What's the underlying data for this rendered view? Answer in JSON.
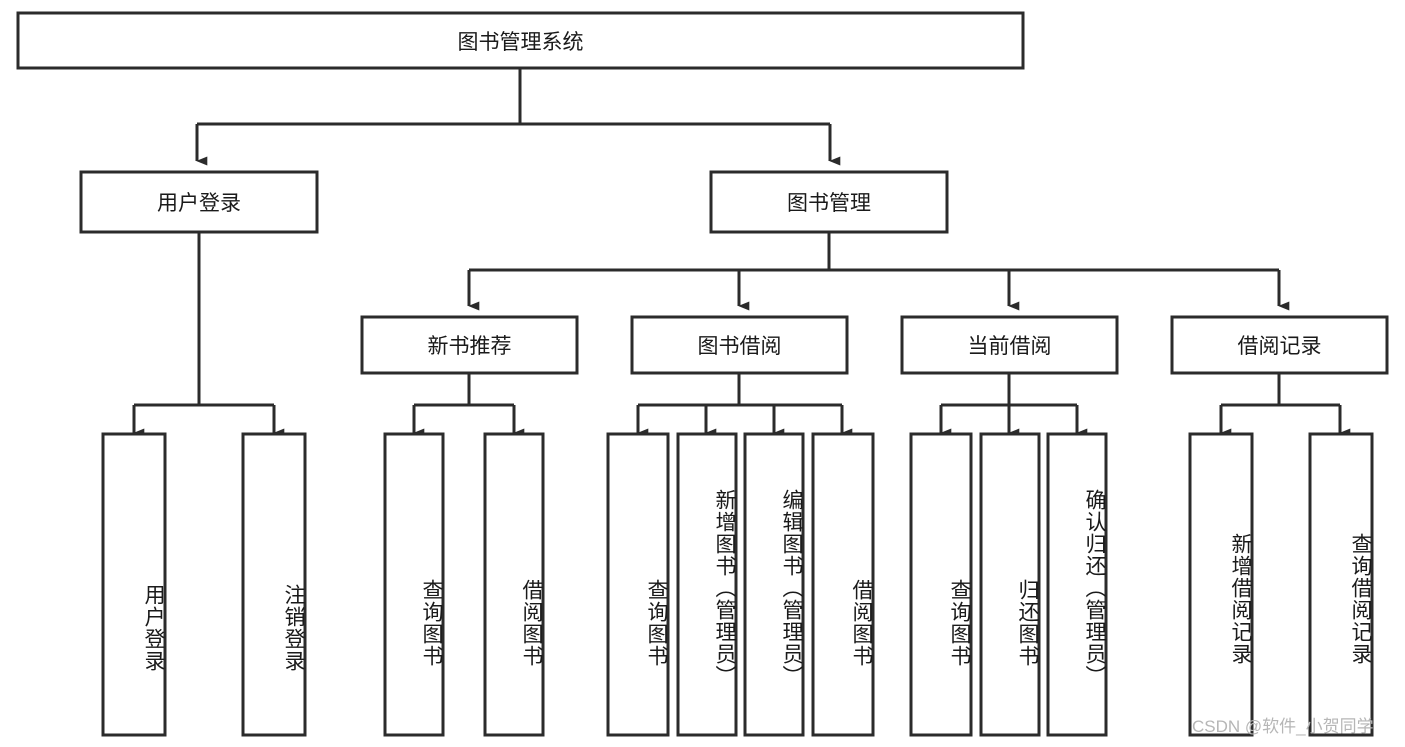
{
  "diagram": {
    "type": "tree-hierarchy",
    "title": "图书管理系统",
    "watermark": "CSDN @软件_小贺同学",
    "colors": {
      "background": "#ffffff",
      "stroke": "#2b2b2b",
      "box_fill": "#ffffff",
      "text": "#1a1a1a",
      "watermark": "#b6b6b6"
    },
    "root": {
      "label": "图书管理系统"
    },
    "level2": [
      {
        "label": "用户登录"
      },
      {
        "label": "图书管理"
      }
    ],
    "level3": [
      {
        "label": "新书推荐"
      },
      {
        "label": "图书借阅"
      },
      {
        "label": "当前借阅"
      },
      {
        "label": "借阅记录"
      }
    ],
    "leaves": {
      "user_login": [
        {
          "label": "用户登录"
        },
        {
          "label": "注销登录"
        }
      ],
      "new_book_recommend": [
        {
          "label": "查询图书"
        },
        {
          "label": "借阅图书"
        }
      ],
      "book_borrow": [
        {
          "label": "查询图书"
        },
        {
          "label": "新增图书（管理员）"
        },
        {
          "label": "编辑图书（管理员）"
        },
        {
          "label": "借阅图书"
        }
      ],
      "current_borrow": [
        {
          "label": "查询图书"
        },
        {
          "label": "归还图书"
        },
        {
          "label": "确认归还（管理员）"
        }
      ],
      "borrow_record": [
        {
          "label": "新增借阅记录"
        },
        {
          "label": "查询借阅记录"
        }
      ]
    }
  }
}
